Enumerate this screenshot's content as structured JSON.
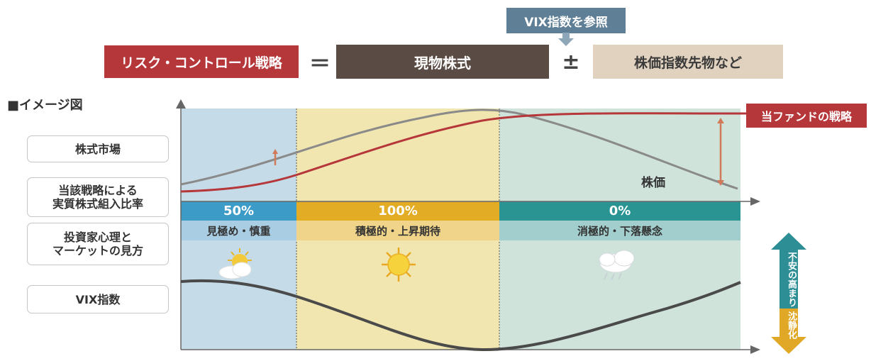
{
  "formula": {
    "lhs": "リスク・コントロール戦略",
    "equals": "＝",
    "stock": "現物株式",
    "plusminus": "±",
    "futures": "株価指数先物など",
    "vix_ref": "VIX指数を参照"
  },
  "image_title": "■イメージ図",
  "rows": {
    "market": "株式市場",
    "ratio_line1": "当該戦略による",
    "ratio_line2": "実質株式組入比率",
    "psych_line1": "投資家心理と",
    "psych_line2": "マーケットの見方",
    "vix": "VIX指数"
  },
  "curve_labels": {
    "fund_strategy": "当ファンドの戦略",
    "stock_price": "株価"
  },
  "phases": [
    {
      "ratio": "50%",
      "mood": "見極め・慎重",
      "weather": "partly-cloudy"
    },
    {
      "ratio": "100%",
      "mood": "積極的・上昇期待",
      "weather": "sunny"
    },
    {
      "ratio": "0%",
      "mood": "消極的・下落懸念",
      "weather": "stormy"
    }
  ],
  "arrow": {
    "up_label": "不安の高まり",
    "down_label": "沈静化"
  },
  "colors": {
    "strategy_red": "#b5373a",
    "stock_brown": "#5a4b44",
    "futures_tan": "#e0d2bf",
    "vix_ref_slate": "#5e7f95",
    "phase1_bg": "#c5dbe7",
    "phase2_bg": "#f2e6b0",
    "phase3_bg": "#cfe3db",
    "ratio_blue": "#3d9bc7",
    "ratio_gold": "#e2ad24",
    "ratio_teal": "#2a9493",
    "arrow_teal": "#2d8f95",
    "arrow_gold": "#e1a827"
  }
}
